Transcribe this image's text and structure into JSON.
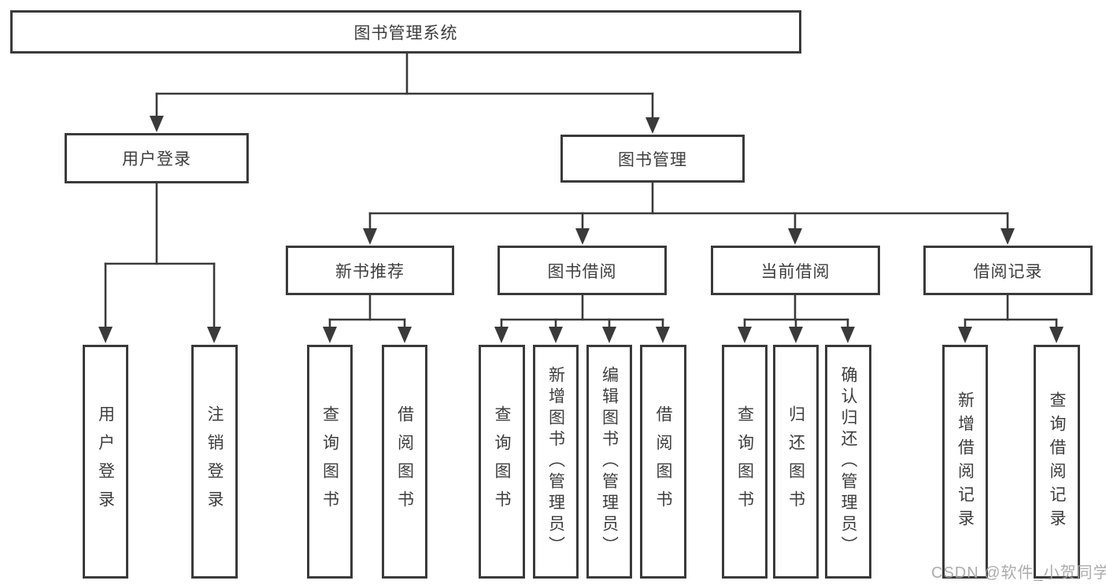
{
  "colors": {
    "line": "#3a3a3a",
    "text": "#3d3d3d",
    "background": "#ffffff",
    "watermark": "#a5a5a5"
  },
  "watermark": "CSDN @软件_小贺同学",
  "tree": {
    "root": "图书管理系统",
    "children": [
      {
        "label": "用户登录",
        "children": [
          "用户登录",
          "注销登录"
        ]
      },
      {
        "label": "图书管理",
        "children": [
          {
            "label": "新书推荐",
            "children": [
              "查询图书",
              "借阅图书"
            ]
          },
          {
            "label": "图书借阅",
            "children": [
              "查询图书",
              "新增图书（管理员）",
              "编辑图书（管理员）",
              "借阅图书"
            ]
          },
          {
            "label": "当前借阅",
            "children": [
              "查询图书",
              "归还图书",
              "确认归还（管理员）"
            ]
          },
          {
            "label": "借阅记录",
            "children": [
              "新增借阅记录",
              "查询借阅记录"
            ]
          }
        ]
      }
    ]
  }
}
